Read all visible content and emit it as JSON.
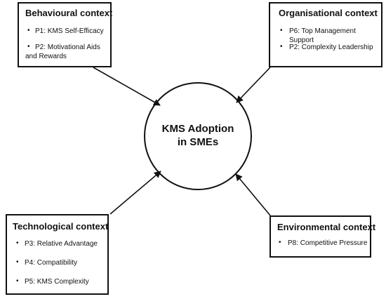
{
  "center": {
    "line1": "KMS Adoption",
    "line2": "in SMEs"
  },
  "behavioural": {
    "title": "Behavioural context",
    "items": [
      "P1: KMS Self-Efficacy",
      "P2: Motivational Aids",
      "and Rewards"
    ]
  },
  "organisational": {
    "title": "Organisational context",
    "items": [
      "P6: Top Management Support",
      "P2: Complexity Leadership"
    ]
  },
  "technological": {
    "title": "Technological context",
    "items": [
      "P3: Relative Advantage",
      "P4: Compatibility",
      "P5: KMS Complexity"
    ]
  },
  "environmental": {
    "title": "Environmental context",
    "items": [
      "P8: Competitive Pressure"
    ]
  }
}
